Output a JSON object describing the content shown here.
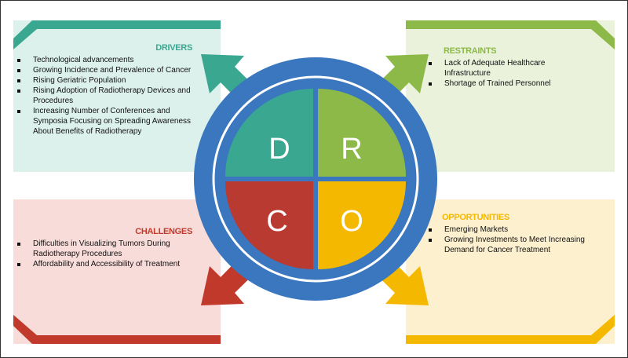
{
  "drivers": {
    "title": "DRIVERS",
    "color": "#3aa891",
    "items": [
      "Technological advancements",
      "Growing Incidence and Prevalence of Cancer",
      "Rising Geriatric Population",
      "Rising Adoption of Radiotherapy Devices and Procedures",
      "Increasing Number of Conferences and Symposia Focusing on Spreading Awareness About Benefits of Radiotherapy"
    ]
  },
  "restraints": {
    "title": "RESTRAINTS",
    "color": "#8db948",
    "items": [
      "Lack of Adequate Healthcare Infrastructure",
      "Shortage of Trained Personnel"
    ]
  },
  "challenges": {
    "title": "CHALLENGES",
    "color": "#c0392b",
    "items": [
      "Difficulties in Visualizing Tumors During Radiotherapy Procedures",
      "Affordability and Accessibility of Treatment"
    ]
  },
  "opportunities": {
    "title": "OPPORTUNITIES",
    "color": "#f5b800",
    "items": [
      "Emerging Markets",
      "Growing Investments to Meet Increasing Demand for Cancer Treatment"
    ]
  },
  "center": {
    "d": "D",
    "r": "R",
    "c": "C",
    "o": "O"
  }
}
